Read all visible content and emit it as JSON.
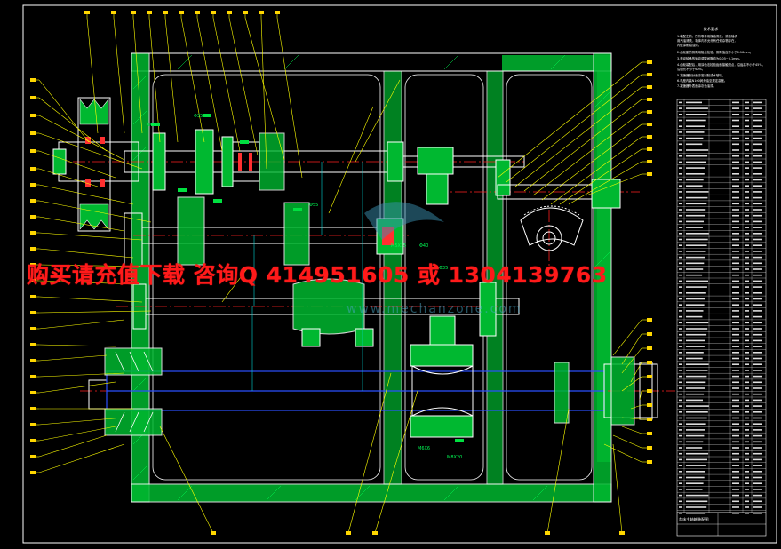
{
  "drawing": {
    "notes_title": "技术要求",
    "notes_lines": [
      "1.装配之前，所有零件用煤油清洗，滚动轴承",
      "  用汽油清洗，箱体内不允许有任何杂物存在，",
      "  内壁涂耐油油漆。",
      "2.齿轮副的侧隙用铅丝检验，侧隙值应不小于0.16mm。",
      "3.滚动轴承的轴向调整间隙均为0.05~0.1mm。",
      "4.齿轮装配后，用涂色法检验齿面接触斑点，沿齿高不小于45%，",
      "  沿齿长不小于60%。",
      "5.减速器剖分面涂密封胶或水玻璃。",
      "6.机座内装N100润滑油至规定高度。",
      "7.减速器外表面涂灰色油漆。"
    ],
    "title_block_label": "车床主轴箱装配图",
    "callouts": [
      "Φ40",
      "Φ35",
      "Φ35",
      "Φ45",
      "Φ55",
      "M6X6",
      "M8X20",
      "M5X15"
    ],
    "colors": {
      "background": "#000000",
      "outline": "#ffffff",
      "section_fill": "#00cc33",
      "center_line": "#ff2020",
      "shaft_blue": "#2b50ff",
      "leader": "#ffff00",
      "label_box": "#ffd700",
      "dimension": "#00d8d8",
      "watermark": "#ff1a1a"
    }
  },
  "watermark_text": "购买请充值下载 咨询Q 414951605 或 1304139763",
  "site_logo_text": "www.mechanzone.com"
}
